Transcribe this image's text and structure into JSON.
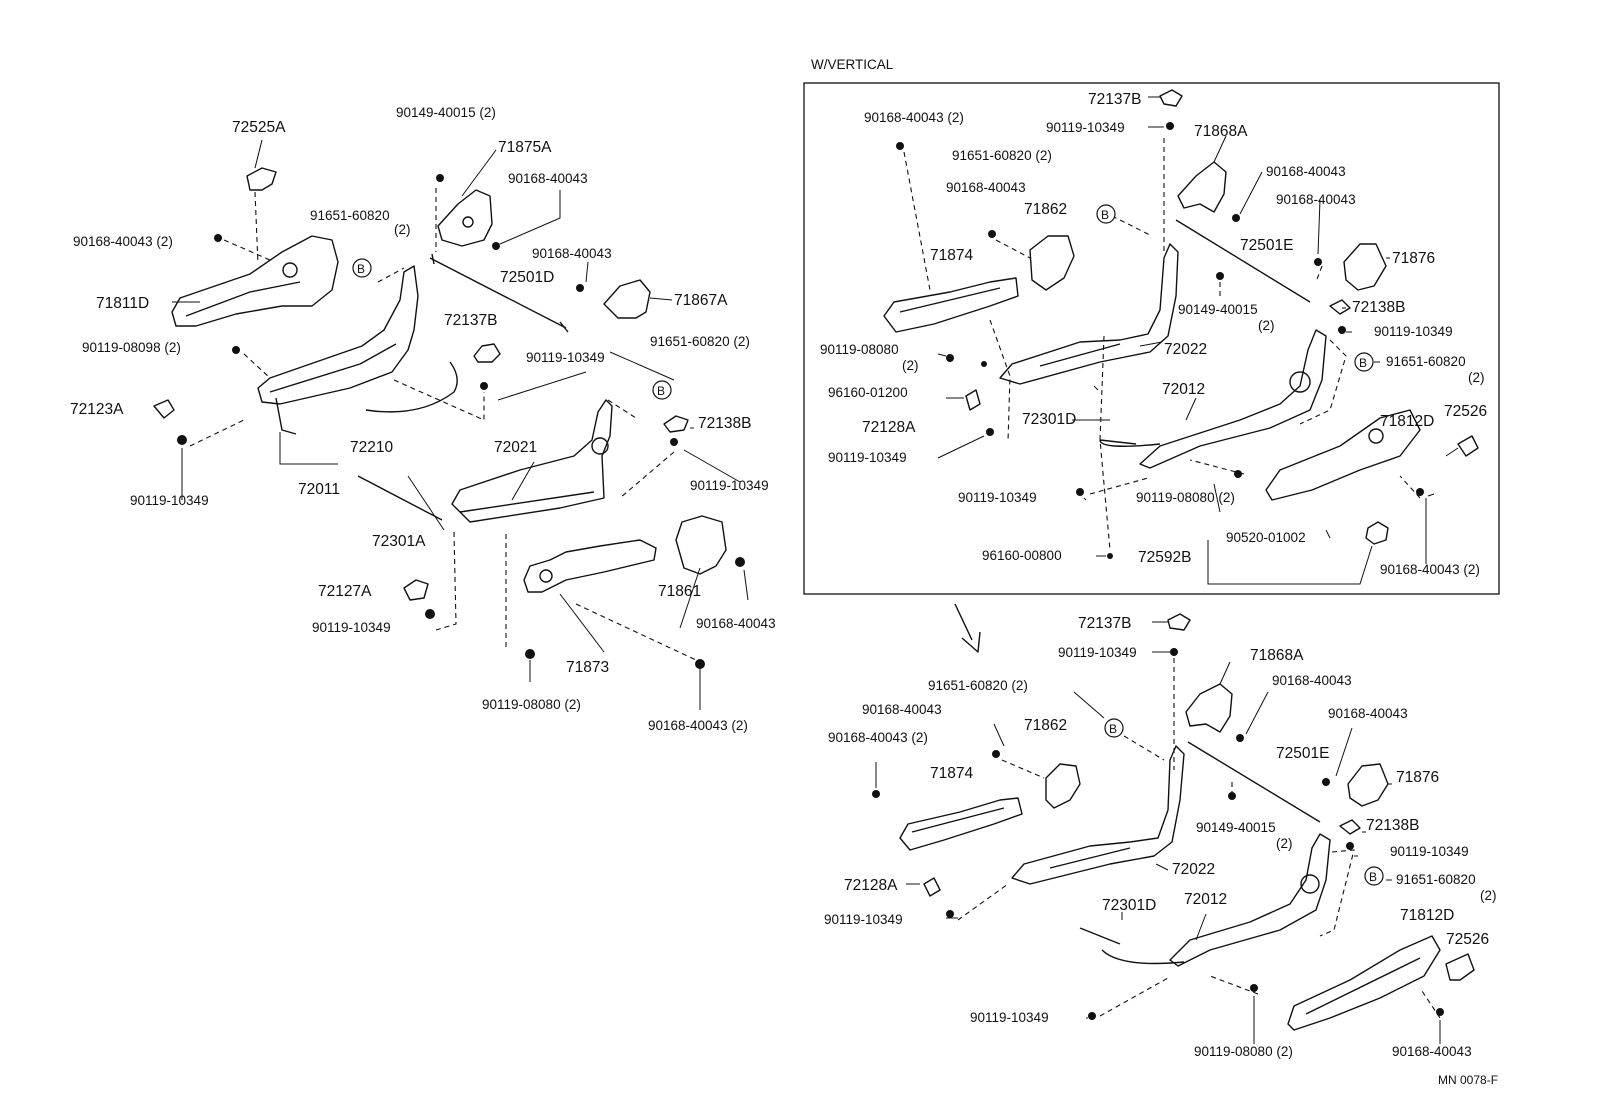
{
  "inset": {
    "title": "W/VERTICAL"
  },
  "markers": {
    "b": "B"
  },
  "footer": {
    "code": "MN 0078-F"
  },
  "labels": {
    "left": {
      "l72525A": "72525A",
      "l90149_40015": "90149-40015 (2)",
      "l71875A": "71875A",
      "l90168_40043_top": "90168-40043",
      "l90168_40043_2_left": "90168-40043 (2)",
      "l91651_60820": "91651-60820",
      "l91651_60820_qty": "(2)",
      "l90168_40043_mid": "90168-40043",
      "l72501D": "72501D",
      "l71867A": "71867A",
      "l71811D": "71811D",
      "l90119_08098": "90119-08098 (2)",
      "l72137B": "72137B",
      "l91651_60820_2b": "91651-60820 (2)",
      "l90119_10349_a": "90119-10349",
      "l72123A": "72123A",
      "l72138B": "72138B",
      "l72210": "72210",
      "l72021": "72021",
      "l90119_10349_b": "90119-10349",
      "l90119_10349_c": "90119-10349",
      "l72011": "72011",
      "l72301A": "72301A",
      "l72127A": "72127A",
      "l90119_10349_d": "90119-10349",
      "l71861": "71861",
      "l90168_40043_e": "90168-40043",
      "l71873": "71873",
      "l90119_08080": "90119-08080 (2)",
      "l90168_40043_f": "90168-40043 (2)"
    },
    "inset": {
      "l72137B": "72137B",
      "l90168_40043_2": "90168-40043 (2)",
      "l90119_10349_a": "90119-10349",
      "l71868A": "71868A",
      "l91651_60820": "91651-60820 (2)",
      "l90168_40043_b": "90168-40043",
      "l90168_40043_c": "90168-40043",
      "l71862": "71862",
      "l90168_40043_d": "90168-40043",
      "l71874": "71874",
      "l72501E": "72501E",
      "l71876": "71876",
      "l90149_40015": "90149-40015",
      "l90149_40015_qty": "(2)",
      "l72138B": "72138B",
      "l90119_10349_e": "90119-10349",
      "l90119_08080": "90119-08080",
      "l90119_08080_qty": "(2)",
      "l72022": "72022",
      "l91651_60820_b": "91651-60820",
      "l91651_60820_b_qty": "(2)",
      "l96160_01200": "96160-01200",
      "l72012": "72012",
      "l72128A": "72128A",
      "l72301D": "72301D",
      "l71812D": "71812D",
      "l72526": "72526",
      "l90119_10349_f": "90119-10349",
      "l90119_10349_g": "90119-10349",
      "l90119_08080_b": "90119-08080 (2)",
      "l90520_01002": "90520-01002",
      "l96160_00800": "96160-00800",
      "l72592B": "72592B",
      "l90168_40043_h": "90168-40043 (2)"
    },
    "lower": {
      "l72137B": "72137B",
      "l90119_10349_a": "90119-10349",
      "l71868A": "71868A",
      "l91651_60820": "91651-60820 (2)",
      "l90168_40043_b": "90168-40043",
      "l90168_40043_c": "90168-40043",
      "l90168_40043_d": "90168-40043",
      "l90168_40043_2": "90168-40043 (2)",
      "l71862": "71862",
      "l72501E": "72501E",
      "l71874": "71874",
      "l71876": "71876",
      "l90149_40015": "90149-40015",
      "l90149_40015_qty": "(2)",
      "l72138B": "72138B",
      "l72022": "72022",
      "l90119_10349_e": "90119-10349",
      "l91651_60820_b": "91651-60820",
      "l91651_60820_b_qty": "(2)",
      "l72128A": "72128A",
      "l72301D": "72301D",
      "l72012": "72012",
      "l71812D": "71812D",
      "l90119_10349_f": "90119-10349",
      "l72526": "72526",
      "l90119_10349_g": "90119-10349",
      "l90168_40043_h": "90168-40043",
      "l90119_08080": "90119-08080 (2)"
    }
  }
}
